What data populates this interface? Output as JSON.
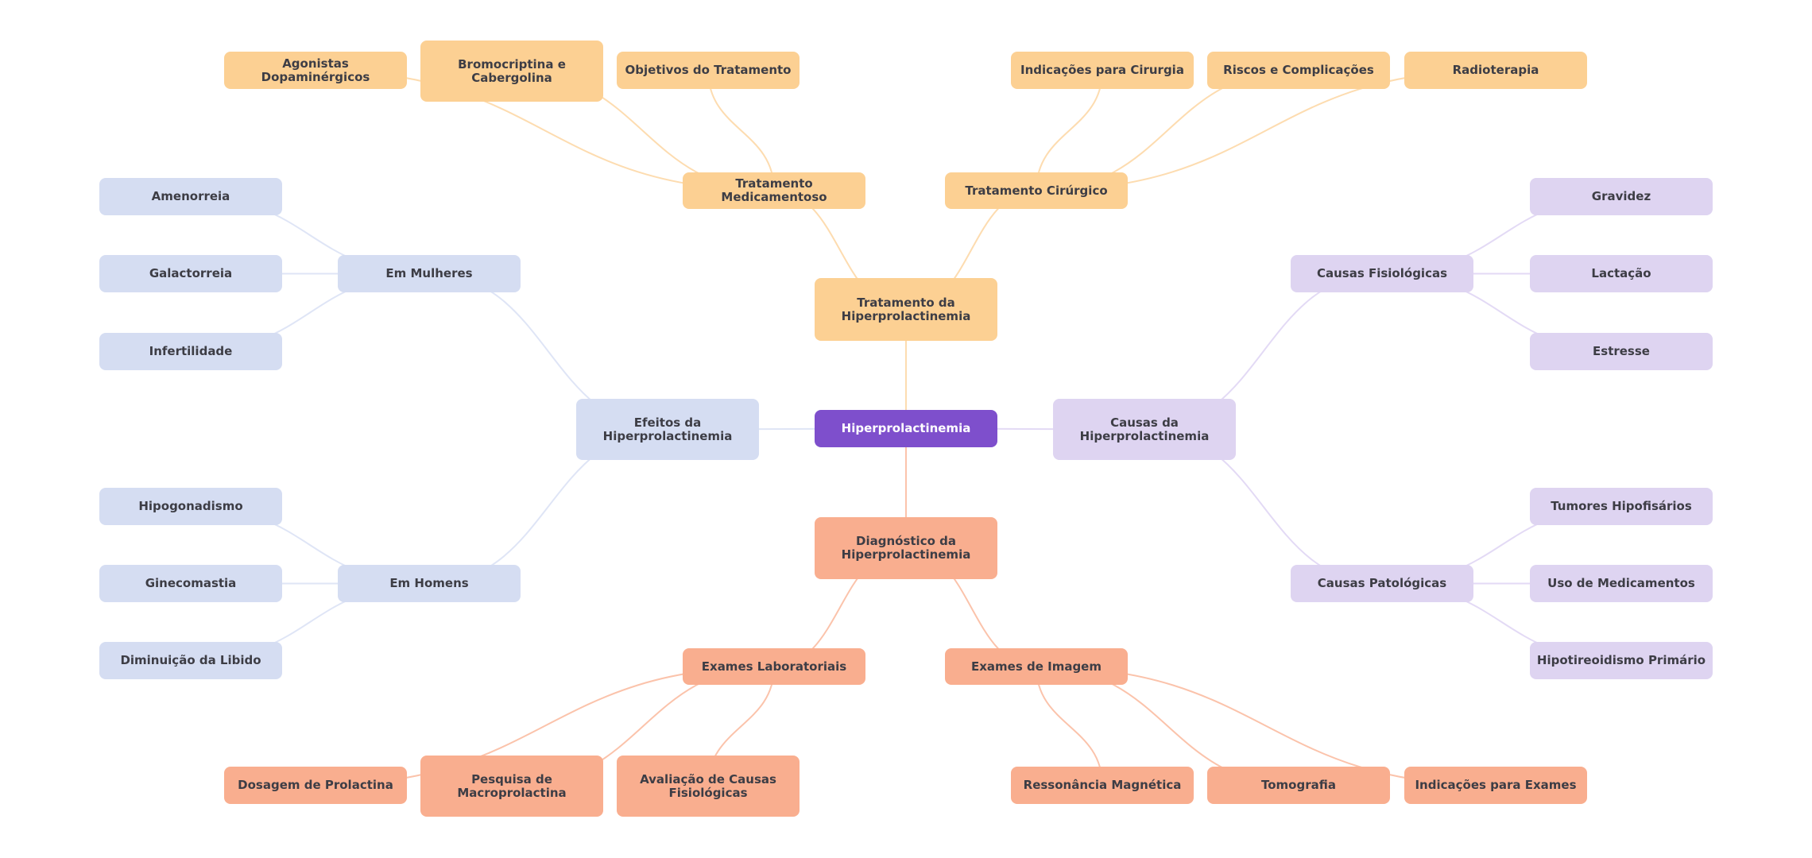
{
  "title": "Hiperprolactinemia",
  "colors": {
    "root": "#7e4fcc",
    "tratamento": "#fcd093",
    "tratamento_edge": "#fddcb0",
    "diagnostico": "#f9ae8f",
    "diagnostico_edge": "#fbc3ab",
    "efeitos": "#d5ddf2",
    "efeitos_edge": "#dfe5f6",
    "causas": "#ded4f1",
    "causas_edge": "#e3daf5"
  },
  "nodes": [
    {
      "id": "root",
      "label": "Hiperprolactinemia",
      "group": "root"
    },
    {
      "id": "tratamento",
      "label": "Tratamento da\nHiperprolactinemia",
      "group": "tratamento",
      "parent": "root"
    },
    {
      "id": "trat_med",
      "label": "Tratamento Medicamentoso",
      "group": "tratamento",
      "parent": "tratamento"
    },
    {
      "id": "agonistas",
      "label": "Agonistas Dopaminérgicos",
      "group": "tratamento",
      "parent": "trat_med"
    },
    {
      "id": "bromo",
      "label": "Bromocriptina e\nCabergolina",
      "group": "tratamento",
      "parent": "trat_med"
    },
    {
      "id": "objetivos",
      "label": "Objetivos do Tratamento",
      "group": "tratamento",
      "parent": "trat_med"
    },
    {
      "id": "trat_cir",
      "label": "Tratamento Cirúrgico",
      "group": "tratamento",
      "parent": "tratamento"
    },
    {
      "id": "indic_cir",
      "label": "Indicações para Cirurgia",
      "group": "tratamento",
      "parent": "trat_cir"
    },
    {
      "id": "riscos",
      "label": "Riscos e Complicações",
      "group": "tratamento",
      "parent": "trat_cir"
    },
    {
      "id": "radio",
      "label": "Radioterapia",
      "group": "tratamento",
      "parent": "trat_cir"
    },
    {
      "id": "diagnostico",
      "label": "Diagnóstico da\nHiperprolactinemia",
      "group": "diagnostico",
      "parent": "root"
    },
    {
      "id": "exames_lab",
      "label": "Exames Laboratoriais",
      "group": "diagnostico",
      "parent": "diagnostico"
    },
    {
      "id": "dosagem",
      "label": "Dosagem de Prolactina",
      "group": "diagnostico",
      "parent": "exames_lab"
    },
    {
      "id": "pesquisa",
      "label": "Pesquisa de\nMacroprolactina",
      "group": "diagnostico",
      "parent": "exames_lab"
    },
    {
      "id": "avaliacao",
      "label": "Avaliação de Causas\nFisiológicas",
      "group": "diagnostico",
      "parent": "exames_lab"
    },
    {
      "id": "exames_img",
      "label": "Exames de Imagem",
      "group": "diagnostico",
      "parent": "diagnostico"
    },
    {
      "id": "ressonancia",
      "label": "Ressonância Magnética",
      "group": "diagnostico",
      "parent": "exames_img"
    },
    {
      "id": "tomografia",
      "label": "Tomografia",
      "group": "diagnostico",
      "parent": "exames_img"
    },
    {
      "id": "indic_ex",
      "label": "Indicações para Exames",
      "group": "diagnostico",
      "parent": "exames_img"
    },
    {
      "id": "efeitos",
      "label": "Efeitos da\nHiperprolactinemia",
      "group": "efeitos",
      "parent": "root"
    },
    {
      "id": "mulheres",
      "label": "Em Mulheres",
      "group": "efeitos",
      "parent": "efeitos"
    },
    {
      "id": "amenorreia",
      "label": "Amenorreia",
      "group": "efeitos",
      "parent": "mulheres"
    },
    {
      "id": "galactorreia",
      "label": "Galactorreia",
      "group": "efeitos",
      "parent": "mulheres"
    },
    {
      "id": "infertilidade",
      "label": "Infertilidade",
      "group": "efeitos",
      "parent": "mulheres"
    },
    {
      "id": "homens",
      "label": "Em Homens",
      "group": "efeitos",
      "parent": "efeitos"
    },
    {
      "id": "hipogonadismo",
      "label": "Hipogonadismo",
      "group": "efeitos",
      "parent": "homens"
    },
    {
      "id": "ginecomastia",
      "label": "Ginecomastia",
      "group": "efeitos",
      "parent": "homens"
    },
    {
      "id": "libido",
      "label": "Diminuição da Libido",
      "group": "efeitos",
      "parent": "homens"
    },
    {
      "id": "causas",
      "label": "Causas da\nHiperprolactinemia",
      "group": "causas",
      "parent": "root"
    },
    {
      "id": "fisiologicas",
      "label": "Causas Fisiológicas",
      "group": "causas",
      "parent": "causas"
    },
    {
      "id": "gravidez",
      "label": "Gravidez",
      "group": "causas",
      "parent": "fisiologicas"
    },
    {
      "id": "lactacao",
      "label": "Lactação",
      "group": "causas",
      "parent": "fisiologicas"
    },
    {
      "id": "estresse",
      "label": "Estresse",
      "group": "causas",
      "parent": "fisiologicas"
    },
    {
      "id": "patologicas",
      "label": "Causas Patológicas",
      "group": "causas",
      "parent": "causas"
    },
    {
      "id": "tumores",
      "label": "Tumores Hipofisários",
      "group": "causas",
      "parent": "patologicas"
    },
    {
      "id": "medicamentos",
      "label": "Uso de Medicamentos",
      "group": "causas",
      "parent": "patologicas"
    },
    {
      "id": "hipotireoidismo",
      "label": "Hipotireoidismo Primário",
      "group": "causas",
      "parent": "patologicas"
    }
  ]
}
